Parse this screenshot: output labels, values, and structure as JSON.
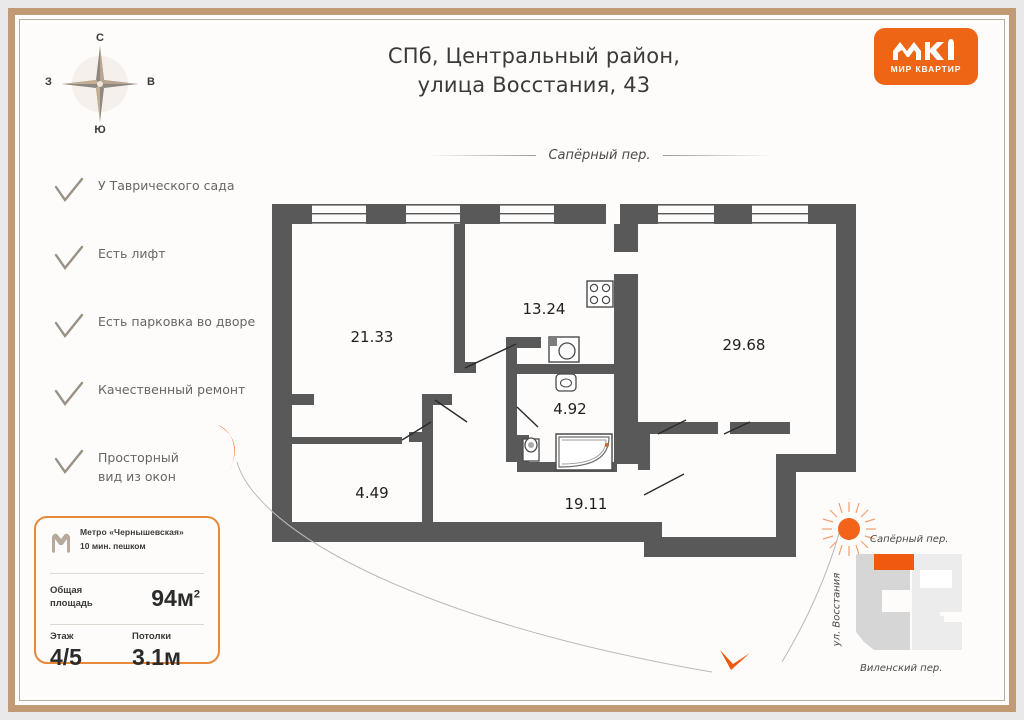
{
  "header": {
    "title_line1": "СПб, Центральный район,",
    "title_line2": "улица Восстания, 43"
  },
  "logo": {
    "brand_text": "МИР КВАРТИР",
    "mark_name": "mk-monogram",
    "color": "#ef6516"
  },
  "compass": {
    "north": "С",
    "east": "В",
    "south": "Ю",
    "west": "З"
  },
  "features": [
    {
      "icon": "check-icon",
      "label": "У Таврического сада"
    },
    {
      "icon": "check-icon",
      "label": "Есть лифт"
    },
    {
      "icon": "check-icon",
      "label": "Есть парковка во дворе"
    },
    {
      "icon": "check-icon",
      "label": "Качественный ремонт"
    },
    {
      "icon": "check-icon",
      "label": "Просторный\nвид из окон"
    }
  ],
  "feature_labels": {
    "f0": "У Таврического сада",
    "f1": "Есть лифт",
    "f2": "Есть парковка во дворе",
    "f3": "Качественный ремонт",
    "f4a": "Просторный",
    "f4b": "вид из окон"
  },
  "info_card": {
    "metro_icon": "spb-metro-icon",
    "metro_station": "Метро «Чернышевская»",
    "metro_walk": "10 мин. пешком",
    "total_area_label_line1": "Общая",
    "total_area_label_line2": "площадь",
    "total_area_value": "94м",
    "total_area_sup": "2",
    "floor_label": "Этаж",
    "floor_value": "4/5",
    "ceiling_label": "Потолки",
    "ceiling_value": "3.1м",
    "accent_color": "#e8893a"
  },
  "plan": {
    "street_top": "Сапёрный пер.",
    "wall_color": "#595959",
    "room_fill": "#ffffff",
    "rooms": [
      {
        "name": "living-room-large",
        "area": "21.33"
      },
      {
        "name": "kitchen",
        "area": "13.24"
      },
      {
        "name": "living-room-right",
        "area": "29.68"
      },
      {
        "name": "bathroom",
        "area": "4.92"
      },
      {
        "name": "closet",
        "area": "4.49"
      },
      {
        "name": "hall",
        "area": "19.11"
      }
    ],
    "areas": {
      "a21": "21.33",
      "a13": "13.24",
      "a29": "29.68",
      "a4": "4.92",
      "a449": "4.49",
      "a19": "19.11"
    },
    "fixtures": [
      "stove-icon",
      "washing-machine-icon",
      "sink-icon",
      "toilet-icon",
      "corner-bathtub-icon"
    ]
  },
  "minimap": {
    "street_top": "Сапёрный пер.",
    "street_left": "ул. Восстания",
    "street_bottom": "Виленский пер.",
    "highlight_color": "#ef5a10",
    "building_color": "#d4d4d4"
  },
  "sun": {
    "icon": "sun-icon",
    "color": "#f4631a"
  }
}
